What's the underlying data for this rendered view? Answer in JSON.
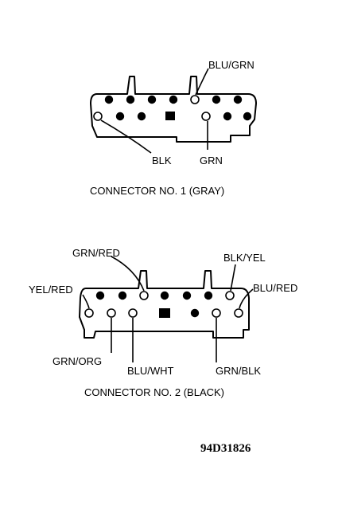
{
  "connector1": {
    "caption": "CONNECTOR NO. 1 (GRAY)",
    "labels": {
      "blu_grn": "BLU/GRN",
      "blk": "BLK",
      "grn": "GRN"
    }
  },
  "connector2": {
    "caption": "CONNECTOR NO. 2 (BLACK)",
    "labels": {
      "grn_red": "GRN/RED",
      "blk_yel": "BLK/YEL",
      "yel_red": "YEL/RED",
      "blu_red": "BLU/RED",
      "grn_org": "GRN/ORG",
      "blu_wht": "BLU/WHT",
      "grn_blk": "GRN/BLK"
    }
  },
  "figure_code": "94D31826"
}
